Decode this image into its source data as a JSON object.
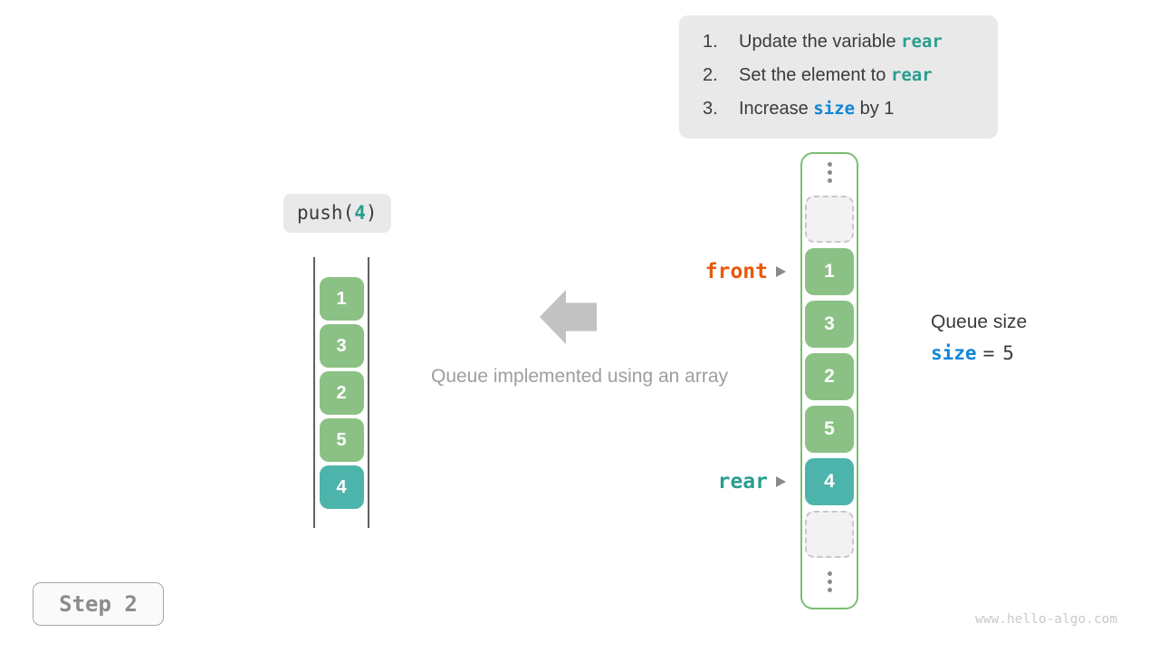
{
  "colors": {
    "cell-green": "#8bc184",
    "cell-teal": "#4db4ac",
    "code-teal": "#2a9d8f",
    "code-blue": "#0e86d8",
    "front-orange": "#e8590c",
    "panel-bg": "#e9e9e9",
    "arrow-gray": "#c2c2c2",
    "caption-gray": "#9e9e9e",
    "text-dark": "#3b3b3b",
    "container-green": "#7abf72",
    "rail-gray": "#606060",
    "step-gray": "#8c8c8c",
    "watermark-gray": "#c9c9c9",
    "dot-gray": "#8a8a8a",
    "dashed-border": "#c8c8c8",
    "dashed-bg": "#f2f2f2",
    "step-border": "#a8a8a8"
  },
  "instructions": {
    "items": [
      {
        "number": "1.",
        "prefix": "Update the variable ",
        "code": "rear",
        "suffix": "",
        "type": "teal-code"
      },
      {
        "number": "2.",
        "prefix": "Set the element to ",
        "code": "rear",
        "suffix": "",
        "type": "teal-code"
      },
      {
        "number": "3.",
        "prefix": "Increase ",
        "code": "size",
        "suffix": " by 1",
        "type": "blue-code"
      }
    ]
  },
  "operation": {
    "prefix": "push(",
    "arg": "4",
    "suffix": ")"
  },
  "left_array": {
    "cells": [
      {
        "value": "1",
        "type": "green"
      },
      {
        "value": "3",
        "type": "green"
      },
      {
        "value": "2",
        "type": "green"
      },
      {
        "value": "5",
        "type": "green"
      },
      {
        "value": "4",
        "type": "teal"
      }
    ]
  },
  "center": {
    "caption": "Queue implemented using an array"
  },
  "right_array": {
    "front_label": "front",
    "rear_label": "rear",
    "cells": [
      {
        "value": "",
        "type": "ellipsis"
      },
      {
        "value": "",
        "type": "empty"
      },
      {
        "value": "1",
        "type": "green"
      },
      {
        "value": "3",
        "type": "green"
      },
      {
        "value": "2",
        "type": "green"
      },
      {
        "value": "5",
        "type": "green"
      },
      {
        "value": "4",
        "type": "teal"
      },
      {
        "value": "",
        "type": "empty"
      },
      {
        "value": "",
        "type": "ellipsis"
      }
    ]
  },
  "queue_size": {
    "title": "Queue size",
    "variable": "size",
    "equals": "=",
    "value": "5"
  },
  "step": {
    "label": "Step 2"
  },
  "watermark": "www.hello-algo.com"
}
